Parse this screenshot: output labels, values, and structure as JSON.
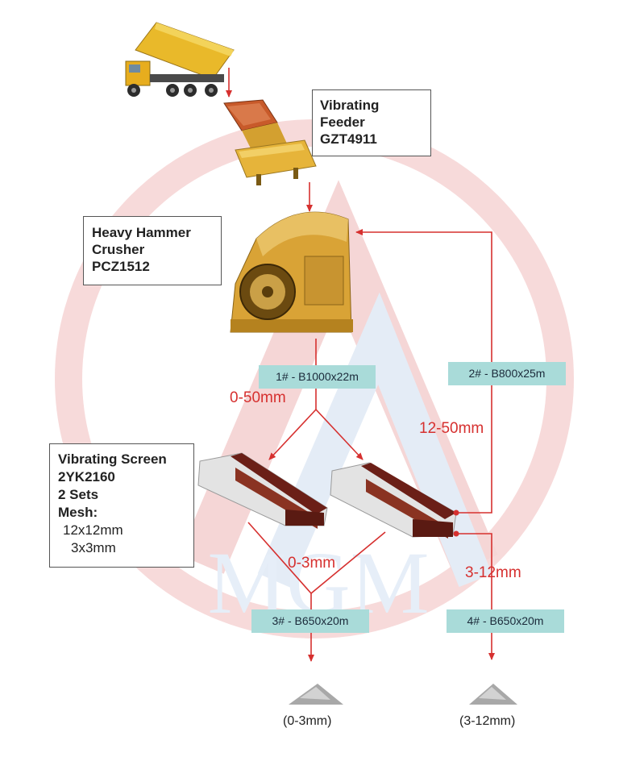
{
  "equipment": {
    "feeder": {
      "line1": "Vibrating",
      "line2": "Feeder",
      "line3": "GZT4911"
    },
    "crusher": {
      "line1": "Heavy Hammer",
      "line2": "Crusher",
      "line3": "PCZ1512"
    },
    "screen": {
      "line1": "Vibrating Screen",
      "line2": "2YK2160",
      "line3": "2 Sets",
      "line4": "Mesh:",
      "line5": "12x12mm",
      "line6": "3x3mm"
    }
  },
  "belts": {
    "belt1": "1# - B1000x22m",
    "belt2": "2# - B800x25m",
    "belt3": "3# - B650x20m",
    "belt4": "4# - B650x20m"
  },
  "sizes": {
    "crusher_out": "0-50mm",
    "return": "12-50mm",
    "fine": "0-3mm",
    "medium": "3-12mm"
  },
  "outputs": {
    "fine": "(0-3mm)",
    "medium": "(3-12mm)"
  },
  "watermark": {
    "text": "MGM"
  },
  "colors": {
    "flow_line": "#d6302f",
    "label_bg": "#a9dbd9",
    "watermark_red": "#f6d8d8",
    "watermark_blue": "#e4ecf6",
    "machine_yellow": "#e3a72a",
    "screen_brown": "#6b1f17"
  }
}
